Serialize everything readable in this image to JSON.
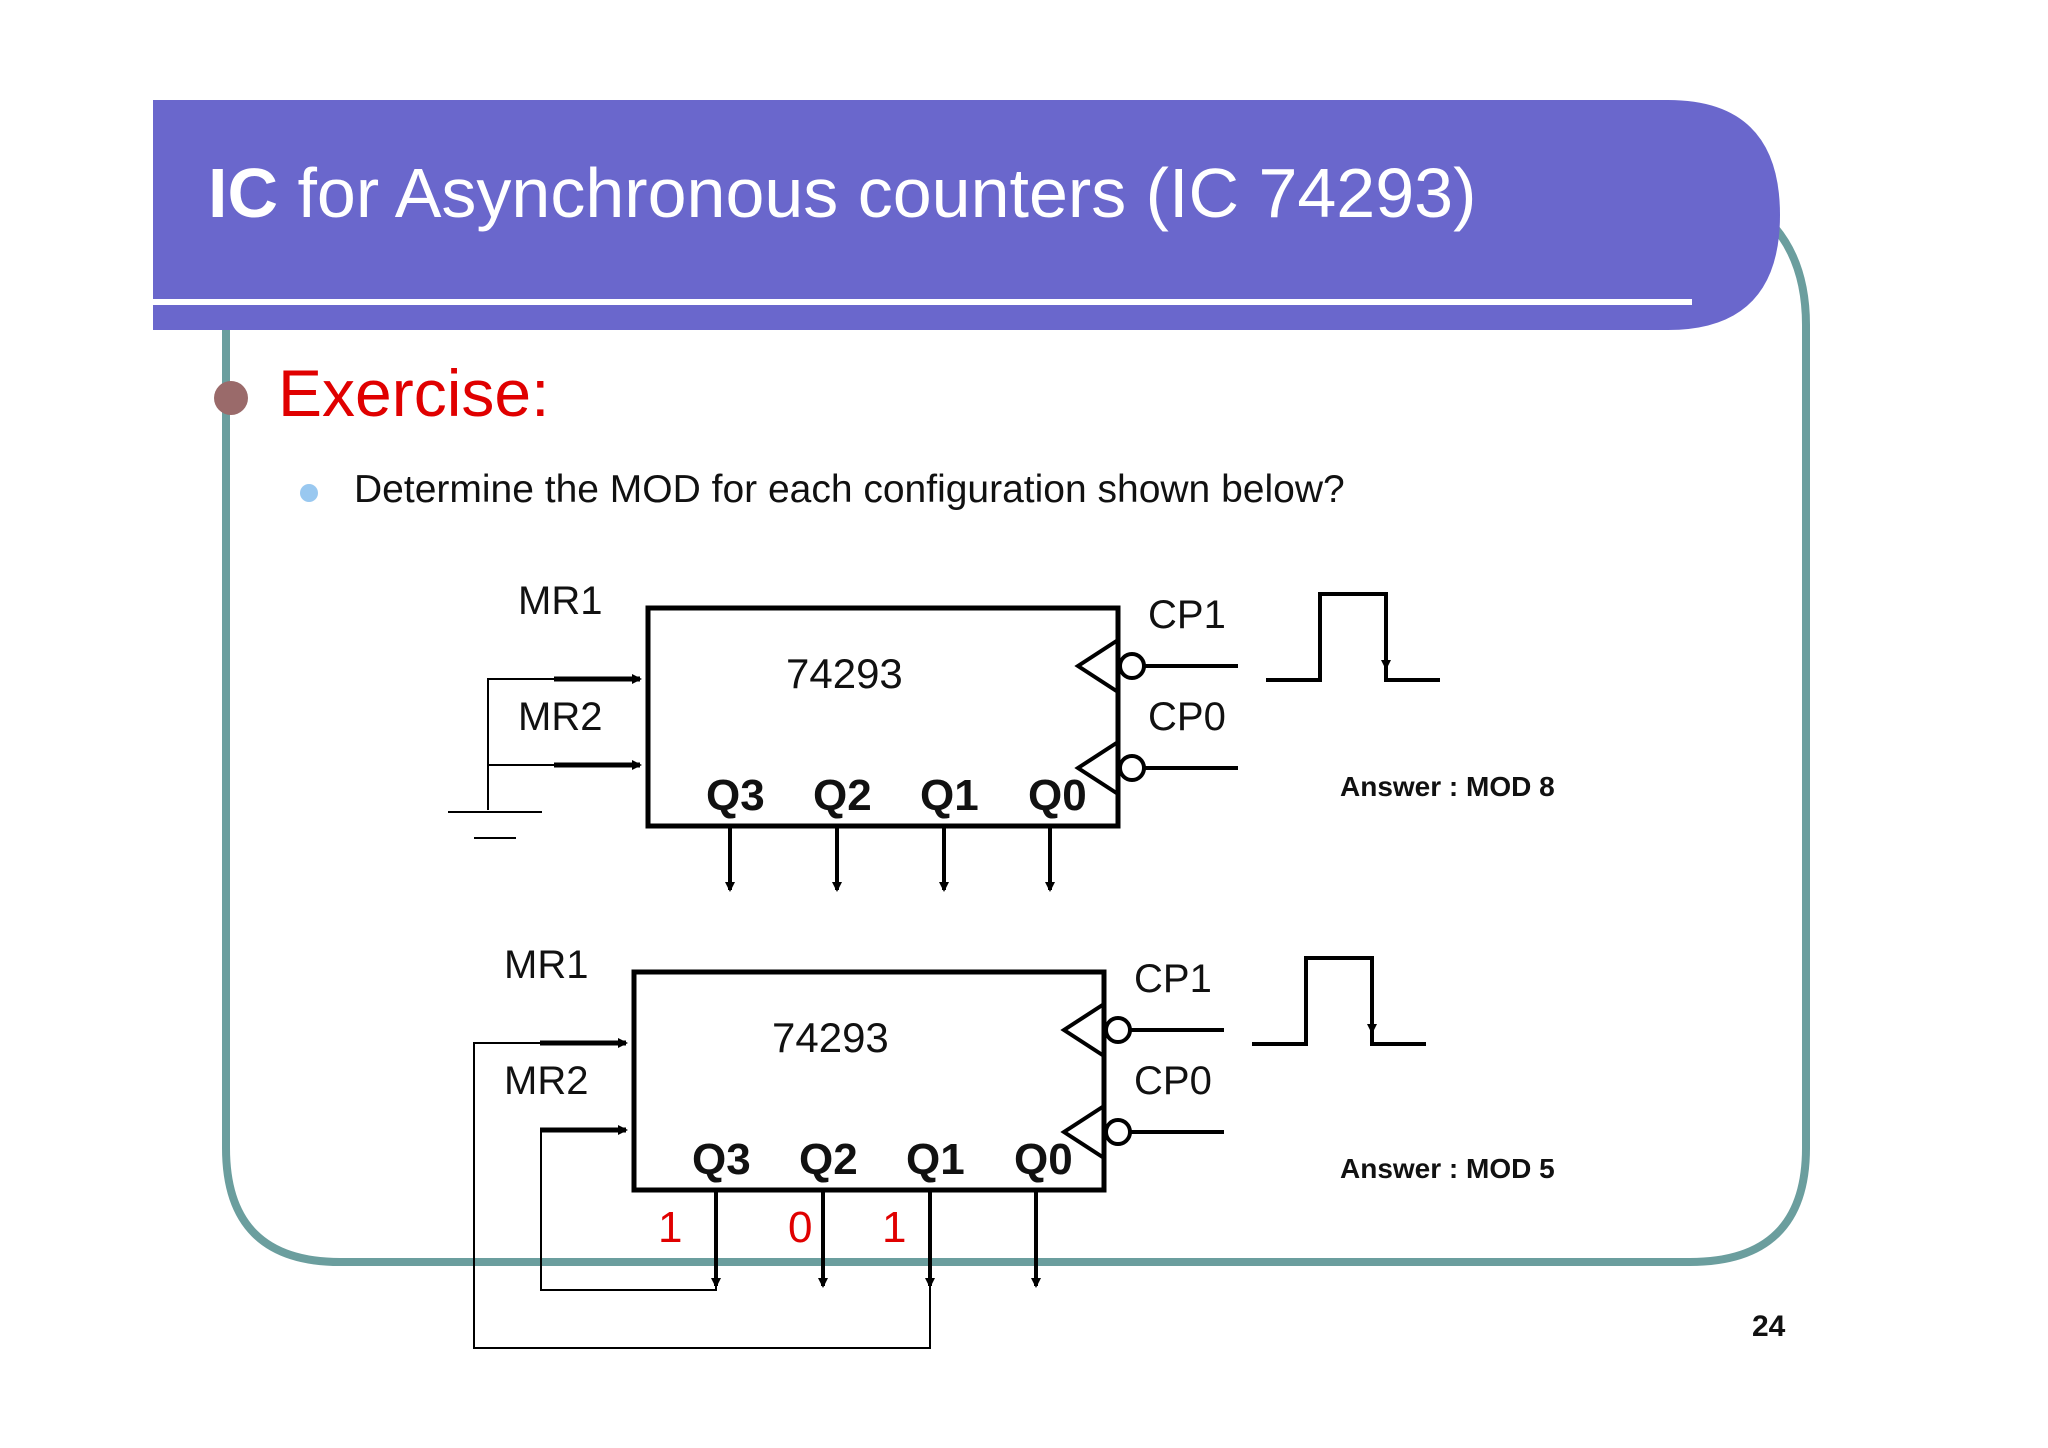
{
  "title": {
    "bold": "IC",
    "rest": " for Asynchronous counters (IC 74293)"
  },
  "heading": "Exercise:",
  "bullet": "Determine the MOD for each configuration shown below?",
  "page_number": "24",
  "colors": {
    "banner": "#6a67cc",
    "frame": "#6b9e9e",
    "heading": "#e00000",
    "bullet_dot_1": "#9a6a6a",
    "bullet_dot_2": "#99c8f0"
  },
  "circuit1": {
    "chip": "74293",
    "mr1": "MR1",
    "mr2": "MR2",
    "cp1": "CP1",
    "cp0": "CP0",
    "outputs": [
      "Q3",
      "Q2",
      "Q1",
      "Q0"
    ],
    "answer": "Answer : MOD 8"
  },
  "circuit2": {
    "chip": "74293",
    "mr1": "MR1",
    "mr2": "MR2",
    "cp1": "CP1",
    "cp0": "CP0",
    "outputs": [
      "Q3",
      "Q2",
      "Q1",
      "Q0"
    ],
    "bits": [
      "1",
      "0",
      "1"
    ],
    "answer": "Answer : MOD 5"
  }
}
